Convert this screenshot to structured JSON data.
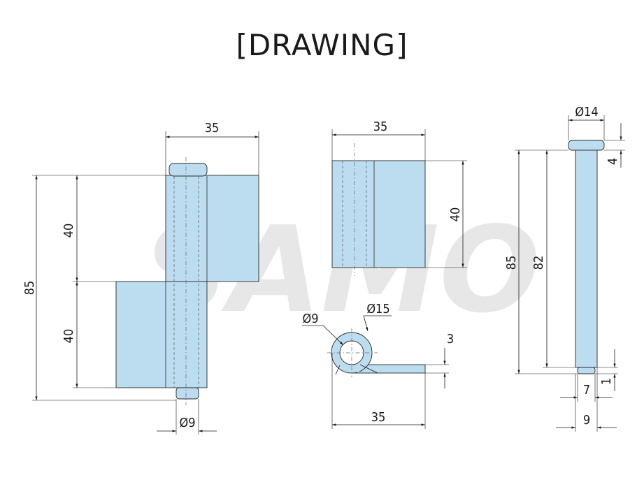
{
  "title": "[DRAWING]",
  "watermark": "SAMO",
  "colors": {
    "part_fill": "#bcdcf0",
    "line": "#1a1a1a",
    "watermark": "#e7e7e7"
  },
  "front_view": {
    "width": "35",
    "height_total": "85",
    "upper_leaf": "40",
    "lower_leaf": "40",
    "pin_dia": "Ø9"
  },
  "side_view": {
    "width": "35",
    "height": "40"
  },
  "top_view": {
    "inner_dia": "Ø9",
    "outer_dia": "Ø15",
    "thickness": "3",
    "length": "35"
  },
  "pin_view": {
    "head_dia": "Ø14",
    "head_height": "4",
    "total_length": "85",
    "shank_length": "82",
    "tip_height": "1",
    "tip_dia": "7",
    "shank_dia": "9"
  }
}
